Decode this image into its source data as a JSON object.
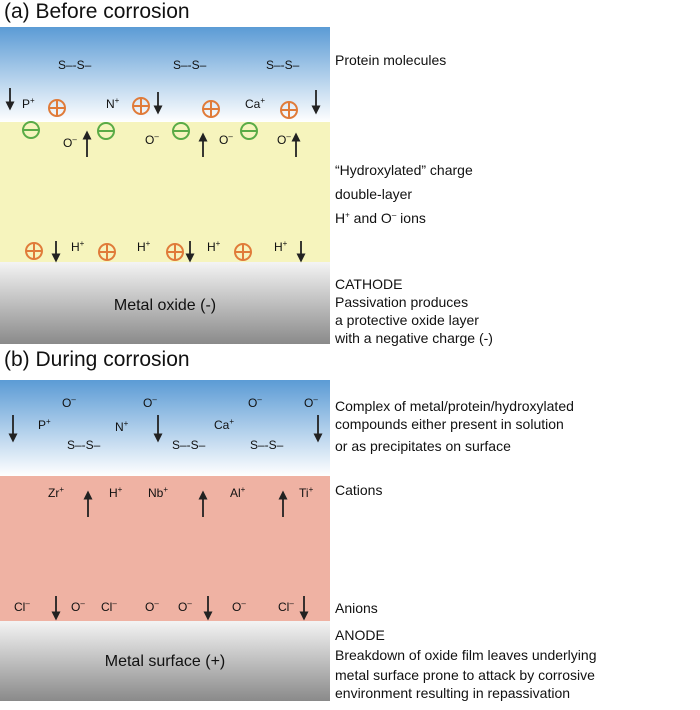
{
  "panel_a": {
    "title": "(a) Before corrosion",
    "labels": {
      "protein": "Protein molecules",
      "hydroxylated": "“Hydroxylated” charge",
      "double_layer": "double-layer",
      "ions_a": "H",
      "ions_b": "+",
      "ions_c": " and O",
      "ions_d": "–",
      "ions_e": " ions",
      "cathode": "CATHODE",
      "cathode_desc_1": "Passivation produces",
      "cathode_desc_2": "a protective oxide layer",
      "cathode_desc_3": "with a negative charge (-)"
    },
    "oxide_label": "Metal oxide (-)",
    "tokens": {
      "ss1": "S–-S–",
      "ss2": "S–-S–",
      "ss3": "S–-S–",
      "p": "P",
      "p_sup": "+",
      "n": "N",
      "n_sup": "+",
      "ca": "Ca",
      "ca_sup": "+",
      "o1": "O",
      "o1_sup": "–",
      "o2": "O",
      "o2_sup": "–",
      "o3": "O",
      "o3_sup": "–",
      "o4": "O",
      "o4_sup": "–",
      "h1": "H",
      "h1_sup": "+",
      "h2": "H",
      "h2_sup": "+",
      "h3": "H",
      "h3_sup": "+",
      "h4": "H",
      "h4_sup": "+"
    }
  },
  "panel_b": {
    "title": "(b) During corrosion",
    "labels": {
      "complex_1": "Complex of metal/protein/hydroxylated",
      "complex_2": "compounds either present in solution",
      "complex_3": "or as precipitates on surface",
      "cations": "Cations",
      "anions": "Anions",
      "anode": "ANODE",
      "anode_desc_1": "Breakdown of oxide film leaves underlying",
      "anode_desc_2": "metal surface prone to attack by corrosive",
      "anode_desc_3": "environment resulting in repassivation"
    },
    "metal_label": "Metal surface (+)",
    "tokens": {
      "o_a": "O",
      "o_a_sup": "–",
      "o_b": "O",
      "o_b_sup": "–",
      "o_c": "O",
      "o_c_sup": "–",
      "o_d": "O",
      "o_d_sup": "–",
      "p": "P",
      "p_sup": "+",
      "n": "N",
      "n_sup": "+",
      "ca": "Ca",
      "ca_sup": "+",
      "ss1": "S–-S–",
      "ss2": "S–-S–",
      "ss3": "S–-S–",
      "zr": "Zr",
      "zr_sup": "+",
      "h": "H",
      "h_sup": "+",
      "nb": "Nb",
      "nb_sup": "+",
      "al": "Al",
      "al_sup": "+",
      "ti": "Ti",
      "ti_sup": "+",
      "cl1": "Cl",
      "cl1_sup": "–",
      "o1": "O",
      "o1_sup": "–",
      "cl2": "Cl",
      "cl2_sup": "–",
      "o2": "O",
      "o2_sup": "–",
      "o3": "O",
      "o3_sup": "–",
      "o4": "O",
      "o4_sup": "–",
      "cl3": "Cl",
      "cl3_sup": "–"
    }
  },
  "colors": {
    "solution_top": "#5b9bd5",
    "solution_bottom": "#ffffff",
    "hydroxyl_layer": "#f6f4bd",
    "oxide_top": "#f2f2f2",
    "oxide_bottom": "#8c8c8c",
    "cation_layer": "#efb2a3",
    "positive_charge": "#e07b39",
    "negative_charge": "#5aab46",
    "arrow": "#222222"
  }
}
